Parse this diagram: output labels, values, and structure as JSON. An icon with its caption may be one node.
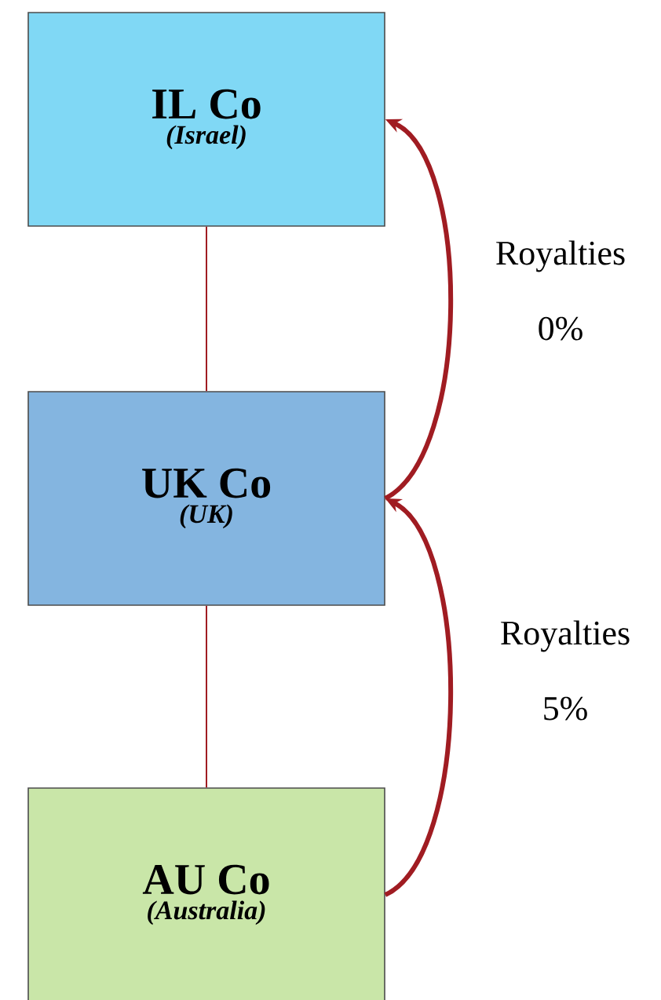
{
  "diagram": {
    "nodes": [
      {
        "text": [
          "IL Co",
          "(Israel)"
        ]
      },
      {
        "text": [
          "UK Co",
          "(UK)"
        ]
      },
      {
        "text": [
          "AU Co",
          "(Australia)"
        ]
      }
    ],
    "edges": [
      {
        "from": 0,
        "to": 1,
        "arrow": "none"
      },
      {
        "from": 1,
        "to": 2,
        "arrow": "none"
      },
      {
        "from": 1,
        "to": 0,
        "arrow": "to",
        "label": "Royalties 0%",
        "style": "thick"
      },
      {
        "from": 2,
        "to": 1,
        "arrow": "to",
        "label": "Royalties 5%",
        "style": "thick"
      }
    ]
  }
}
